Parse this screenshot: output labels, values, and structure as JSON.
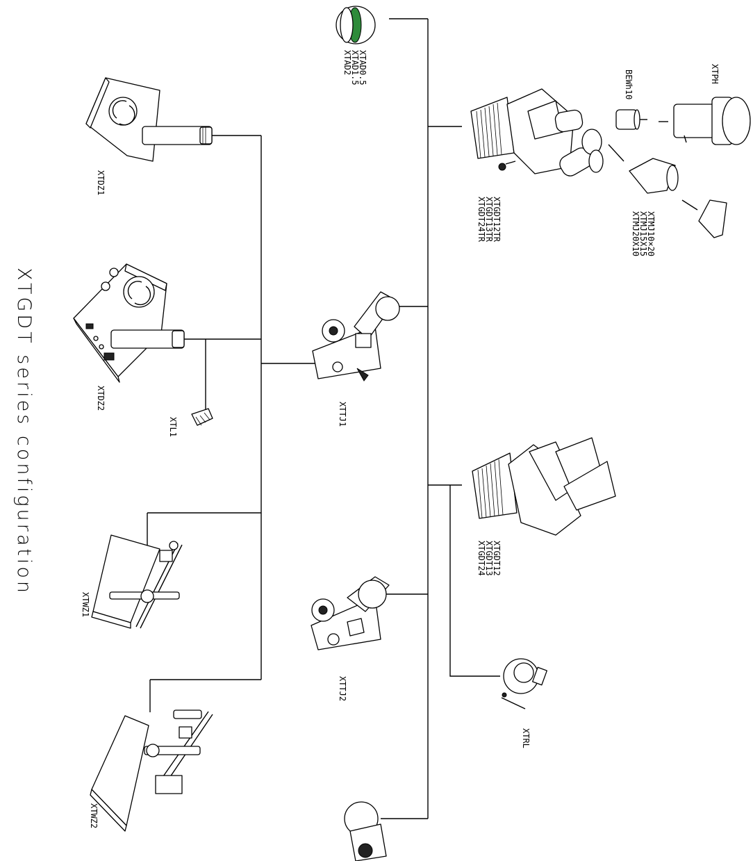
{
  "title": "XTGDT series configuration",
  "labels": {
    "adapters": "XTAD0.5\nXTAD1.5\nXTAD2",
    "ring_base": "XTDZ1",
    "light_base": "XTDZ2",
    "light_probe": "XTL1",
    "focus_mount_1": "XTTJ1",
    "focus_mount_2": "XTTJ2",
    "trinocular_head": "XTGDT12TR\nXTGDT13TR\nXTGDT24TR",
    "binocular_head": "XTGDT12\nXTGDT13\nXTGDT24",
    "eyepieces": "XTMJ10×20\nXTMJ15X15\nXTMJ20X10",
    "barlow": "BEWh10",
    "photo_adapter": "XTPH",
    "ring_light": "XTRL",
    "arm_stand_1": "XTWZ1",
    "arm_stand_2": "XTWZ2"
  },
  "colors": {
    "line": "#000000",
    "background": "#ffffff",
    "adapter_accent": "#2e8b3a"
  }
}
